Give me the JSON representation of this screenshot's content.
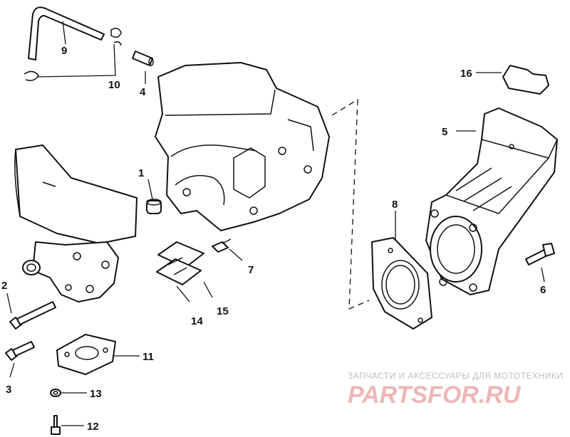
{
  "callouts": {
    "c1": "1",
    "c2": "2",
    "c3": "3",
    "c4": "4",
    "c5": "5",
    "c6": "6",
    "c7": "7",
    "c8": "8",
    "c9": "9",
    "c10": "10",
    "c11": "11",
    "c12": "12",
    "c13": "13",
    "c14": "14",
    "c15": "15",
    "c16": "16"
  },
  "watermark": {
    "tagline": "ЗАПЧАСТИ И АКСЕССУАРЫ ДЛЯ МОТОТЕХНИКИ",
    "brand": "PARTSFOR.RU"
  },
  "colors": {
    "line": "#111111",
    "watermark_text": "#bdbdbd",
    "watermark_brand": "#ecb7b7"
  }
}
